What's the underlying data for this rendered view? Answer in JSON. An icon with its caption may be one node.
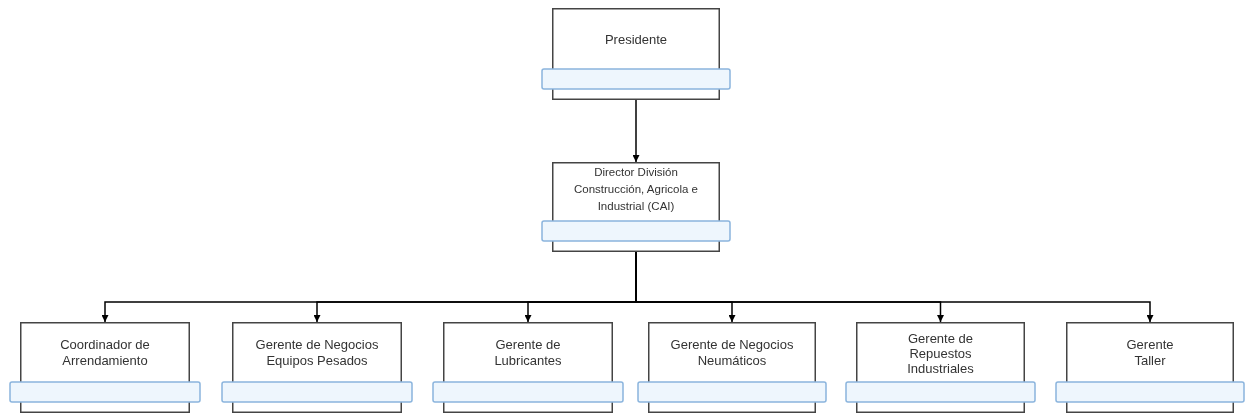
{
  "diagram": {
    "nodes": [
      {
        "text": [
          "Presidente"
        ]
      },
      {
        "text": [
          "Director División Construcción, Agricola e Industrial (CAI)"
        ]
      },
      {
        "text": [
          "Coordinador de Arrendamiento"
        ]
      },
      {
        "text": [
          "Gerente de Negocios Equipos Pesados"
        ]
      },
      {
        "text": [
          "Gerente de Lubricantes"
        ]
      },
      {
        "text": [
          "Gerente de Negocios Neumáticos"
        ]
      },
      {
        "text": [
          "Gerente de Repuestos Industriales"
        ]
      },
      {
        "text": [
          "Gerente Taller"
        ]
      }
    ],
    "edges": [
      {
        "from": 0,
        "to": 1,
        "arrow": "to"
      },
      {
        "from": 1,
        "to": 2,
        "arrow": "to"
      },
      {
        "from": 1,
        "to": 3,
        "arrow": "to"
      },
      {
        "from": 1,
        "to": 4,
        "arrow": "to"
      },
      {
        "from": 1,
        "to": 5,
        "arrow": "to"
      },
      {
        "from": 1,
        "to": 6,
        "arrow": "to"
      },
      {
        "from": 1,
        "to": 7,
        "arrow": "to"
      }
    ]
  }
}
